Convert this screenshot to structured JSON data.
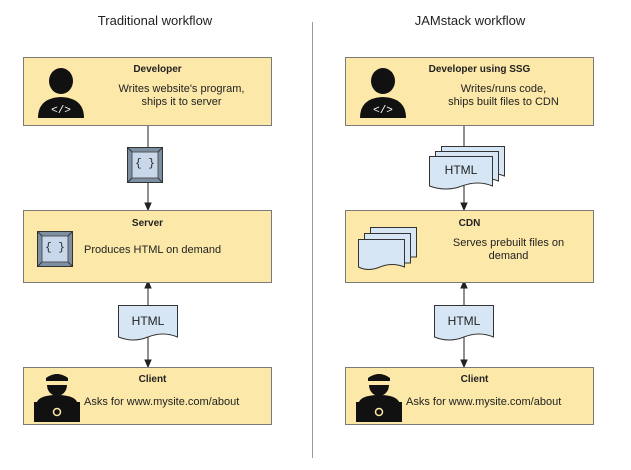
{
  "left": {
    "title": "Traditional workflow",
    "developer": {
      "title": "Developer",
      "text_line1": "Writes website's program,",
      "text_line2": "ships it to server"
    },
    "code_icon_label": "{ }",
    "server": {
      "title": "Server",
      "text": "Produces HTML on demand",
      "code_icon_label": "{ }"
    },
    "doc_label": "HTML",
    "client": {
      "title": "Client",
      "text": "Asks for www.mysite.com/about"
    }
  },
  "right": {
    "title": "JAMstack workflow",
    "developer": {
      "title": "Developer using SSG",
      "text_line1": "Writes/runs code,",
      "text_line2": "ships built files to CDN"
    },
    "docs_label": "HTML",
    "cdn": {
      "title": "CDN",
      "text_line1": "Serves prebuilt files on",
      "text_line2": "demand"
    },
    "doc_label": "HTML",
    "client": {
      "title": "Client",
      "text": "Asks for www.mysite.com/about"
    }
  },
  "colors": {
    "box_fill": "#fce8a8",
    "doc_fill": "#d6e6f5",
    "icon_fill": "#c8d8ea",
    "person": "#111111"
  },
  "icons": [
    "developer-person-icon",
    "code-icon",
    "client-person-laptop-icon",
    "document-icon",
    "stacked-pages-icon"
  ]
}
